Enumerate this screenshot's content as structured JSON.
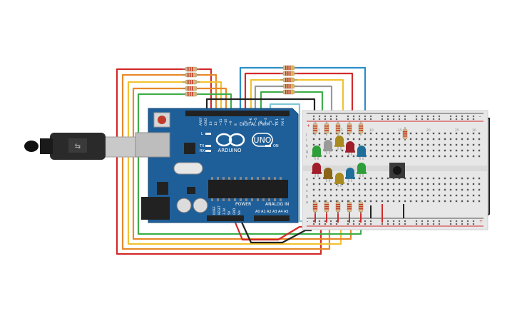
{
  "arduino": {
    "model": "UNO",
    "brand": "ARDUINO",
    "digital_label": "DIGITAL (PWM ~)",
    "power_label": "POWER",
    "analog_label": "ANALOG IN",
    "aref": "AREF",
    "gnd": "GND",
    "on_label": "ON",
    "l_label": "L",
    "tx_label": "TX",
    "rx_label": "RX",
    "ioref": "IOREF",
    "reset": "RESET",
    "v33": "3.3V",
    "v5": "5V",
    "gnd2": "GND",
    "vin": "Vin",
    "digital_pins": [
      "13",
      "12",
      "~11",
      "~10",
      "~9",
      "8",
      "7",
      "~6",
      "~5",
      "4",
      "~3",
      "2",
      "TX 1",
      "RX 0"
    ],
    "analog_pins": [
      "A0",
      "A1",
      "A2",
      "A3",
      "A4",
      "A5"
    ],
    "board_color": "#1f5f99"
  },
  "breadboard": {
    "row_labels_left": [
      "j",
      "i",
      "h",
      "g",
      "f",
      "e",
      "d",
      "c",
      "b",
      "a"
    ],
    "plus": "+",
    "minus": "-",
    "column_numbers": [
      "1",
      "5",
      "10",
      "15",
      "20",
      "25",
      "30"
    ]
  },
  "components": {
    "led_colors": [
      "#2e9e3a",
      "#9a9a9a",
      "#a88a1e",
      "#a01d2a",
      "#1f6f9a"
    ],
    "led_colors_lower": [
      "#a01d2a",
      "#8a6418",
      "#a88a1e",
      "#1f6f9a",
      "#2e9e3a"
    ],
    "wire_colors": {
      "red": "#d22a2a",
      "orange": "#e7892a",
      "yellow": "#f1c232",
      "green": "#3fae49",
      "blue": "#2a8ec9",
      "gray": "#9a9a9a",
      "black": "#222222",
      "lightblue": "#7fc6d6"
    }
  }
}
